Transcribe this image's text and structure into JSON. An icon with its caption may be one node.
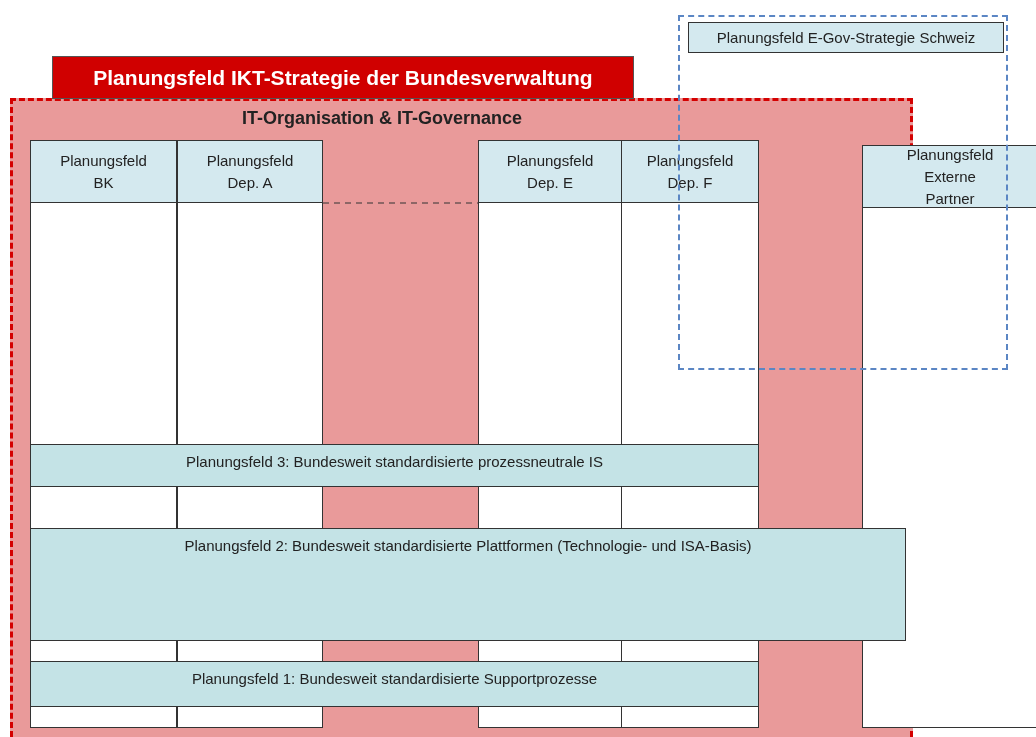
{
  "diagram": {
    "nodes": [
      {
        "text": [
          "Planungsfeld E-Gov-Strategie Schweiz"
        ]
      },
      {
        "text": [
          "Planungsfeld IKT-Strategie der Bundesverwaltung",
          "IT-Organisation & IT-Governance"
        ]
      },
      {
        "text": [
          "Planungsfeld BK"
        ],
        "in": 1
      },
      {
        "text": [
          "Planungsfeld Dep. A"
        ],
        "in": 1
      },
      {
        "text": [
          "Planungsfeld Dep. E"
        ],
        "in": 1
      },
      {
        "text": [
          "Planungsfeld Dep. F"
        ],
        "in": 1
      },
      {
        "text": [
          "Planungsfeld Externe Partner"
        ]
      },
      {
        "text": [
          "Planungsfeld 3: Bundesweit standardisierte prozessneutrale IS"
        ],
        "in": 1
      },
      {
        "text": [
          "Planungsfeld 2: Bundesweit standardisierte Plattformen (Technologie- und ISA-Basis)"
        ],
        "in": 1
      },
      {
        "text": [
          "Planungsfeld 1: Bundesweit standardisierte Supportprozesse"
        ],
        "in": 1
      }
    ],
    "edges": [
      {
        "from": 3,
        "to": 4,
        "arrow": "none",
        "style": "dashed"
      }
    ]
  }
}
